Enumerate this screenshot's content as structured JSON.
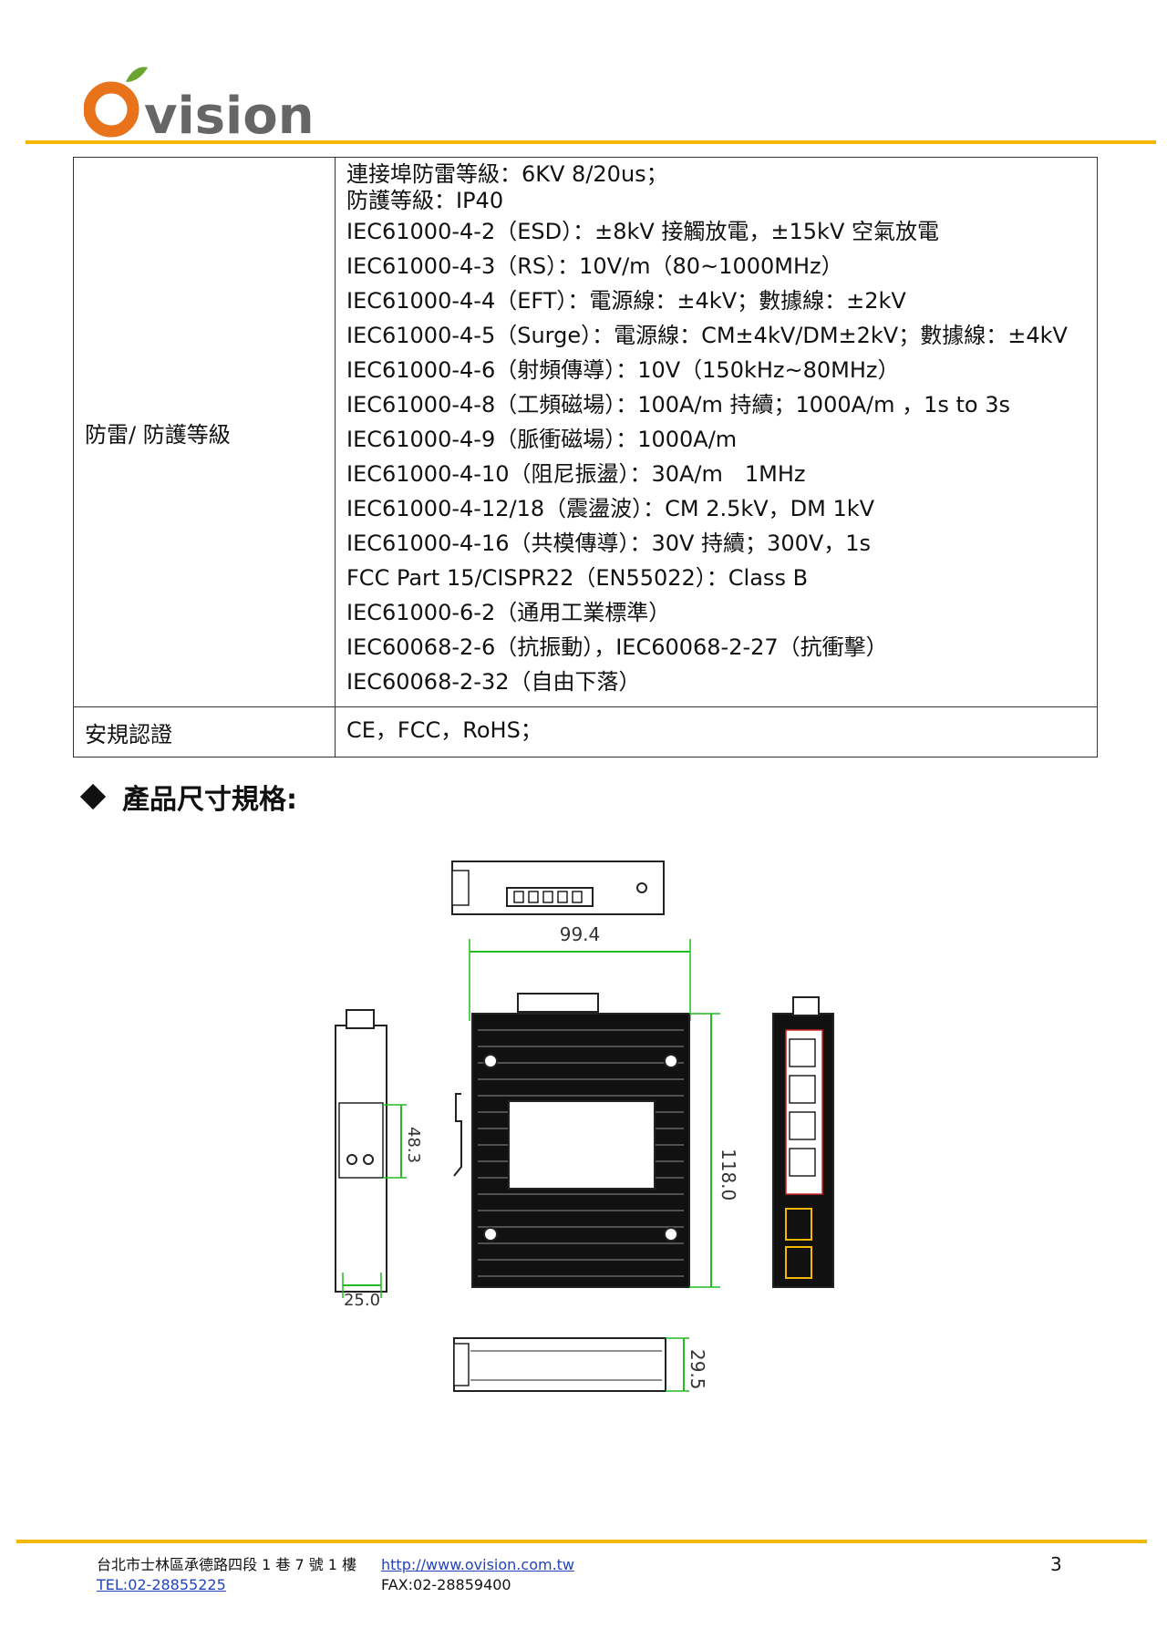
{
  "header": {
    "brand": "vision",
    "accent_color": "#e8731a",
    "rule_color": "#f5b800"
  },
  "spec_table": {
    "rows": [
      {
        "label": "防雷/ 防護等級",
        "lines": [
          "連接埠防雷等級：6KV 8/20us；",
          "防護等級：IP40",
          "IEC61000-4-2（ESD）：±8kV 接觸放電，±15kV 空氣放電",
          "IEC61000-4-3（RS）：10V/m（80~1000MHz）",
          "IEC61000-4-4（EFT）：電源線：±4kV；數據線：±2kV",
          "IEC61000-4-5（Surge）：電源線：CM±4kV/DM±2kV；數據線：±4kV",
          "IEC61000-4-6（射頻傳導）：10V（150kHz~80MHz）",
          "IEC61000-4-8（工頻磁場）：100A/m 持續；1000A/m ，1s to 3s",
          "IEC61000-4-9（脈衝磁場）：1000A/m",
          "IEC61000-4-10（阻尼振盪）：30A/m　1MHz",
          "IEC61000-4-12/18（震盪波）：CM 2.5kV，DM 1kV",
          "IEC61000-4-16（共模傳導）：30V 持續；300V，1s",
          "FCC Part 15/CISPR22（EN55022）：Class B",
          "IEC61000-6-2（通用工業標準）",
          "IEC60068-2-6（抗振動），IEC60068-2-27（抗衝擊）",
          "IEC60068-2-32（自由下落）"
        ]
      },
      {
        "label": "安規認證",
        "lines": [
          "CE，FCC，RoHS；"
        ]
      }
    ]
  },
  "section": {
    "title": "產品尺寸規格:"
  },
  "drawing": {
    "dimensions": {
      "width": "99.4",
      "height": "118.0",
      "din_rail": "48.3",
      "side_width": "25.0",
      "depth": "29.5"
    },
    "dimension_color": "#22bb22"
  },
  "footer": {
    "address": "台北市士林區承德路四段 1 巷 7 號 1 樓",
    "website": "http://www.ovision.com.tw",
    "tel": "TEL:02-28855225",
    "fax": "FAX:02-28859400",
    "page_number": "3"
  }
}
